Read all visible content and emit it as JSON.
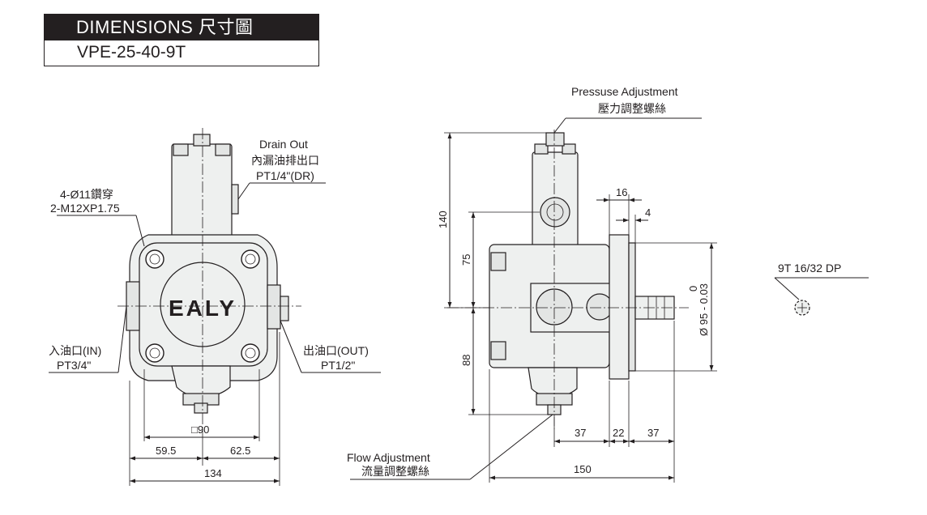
{
  "header": {
    "title": "DIMENSIONS 尺寸圖",
    "model": "VPE-25-40-9T"
  },
  "logo": "EALY",
  "labels": {
    "drain_en": "Drain  Out",
    "drain_zh": "內漏油排出口",
    "drain_pt": "PT1/4\"(DR)",
    "holes_a": "4-Ø11鑽穿",
    "holes_b": "2-M12XP1.75",
    "inlet_zh": "入油口(IN)",
    "inlet_pt": "PT3/4\"",
    "outlet_zh": "出油口(OUT)",
    "outlet_pt": "PT1/2\"",
    "pressure_en": "Pressuse  Adjustment",
    "pressure_zh": "壓力調整螺絲",
    "flow_en": "Flow  Adjustment",
    "flow_zh": "流量調整螺絲",
    "spline": "9T  16/32  DP"
  },
  "dimensions": {
    "square": "□90",
    "left_half": "59.5",
    "right_half": "62.5",
    "width_total": "134",
    "h140": "140",
    "h75": "75",
    "h88": "88",
    "d16": "16",
    "d4": "4",
    "shaft_dia": "Ø 95 - 0.03",
    "shaft_tol": "0",
    "s37a": "37",
    "s22": "22",
    "s37b": "37",
    "length_total": "150"
  },
  "colors": {
    "ink": "#231f20",
    "body_fill": "#eef0ef"
  }
}
